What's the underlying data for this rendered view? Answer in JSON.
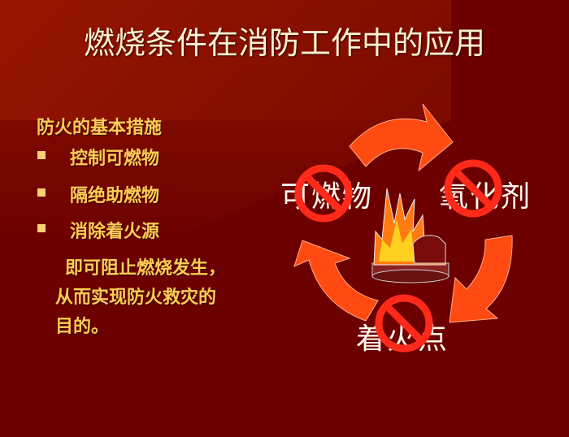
{
  "title": "燃烧条件在消防工作中的应用",
  "left": {
    "heading": "防火的基本措施",
    "bullets": [
      "控制可燃物",
      "隔绝助燃物",
      "消除着火源"
    ],
    "paragraph": [
      "即可阻止燃烧发生，",
      "从而实现防火救灾的",
      "目的。"
    ]
  },
  "diagram": {
    "labels": {
      "combustible": "可燃物",
      "oxidizer": "氧化剂",
      "ignition": "着火点"
    },
    "icons": [
      "cycle-arrow-icon",
      "prohibition-icon",
      "fire-icon"
    ],
    "colors": {
      "arrow": "#ff4a12",
      "prohibit": "#ff2a1a"
    }
  }
}
